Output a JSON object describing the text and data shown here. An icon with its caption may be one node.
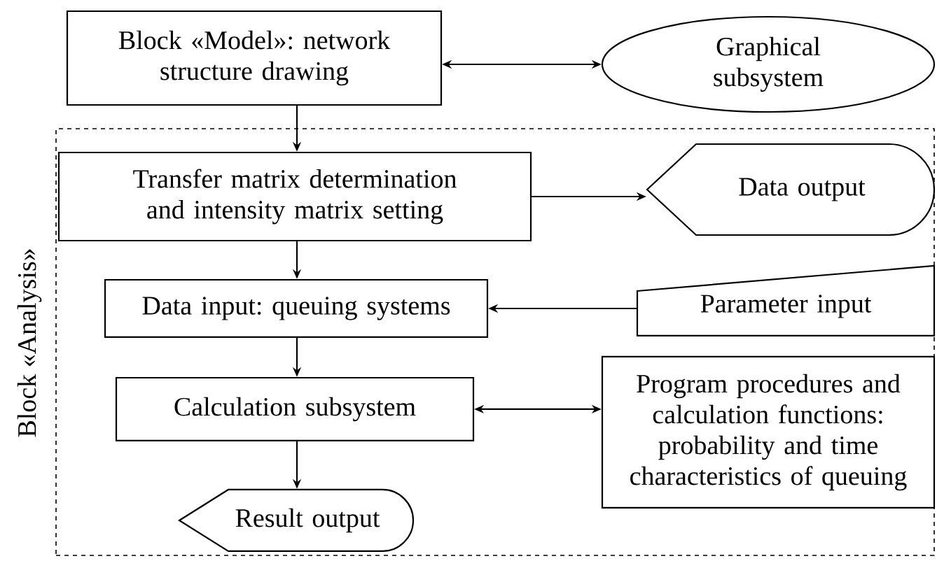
{
  "diagram": {
    "nodes": [
      {
        "text": [
          "Block «Model»: network structure drawing"
        ]
      },
      {
        "text": [
          "Graphical subsystem"
        ]
      },
      {
        "text": [
          "Block «Analysis»"
        ]
      },
      {
        "text": [
          "Transfer matrix determination and intensity matrix setting"
        ],
        "in": 2
      },
      {
        "text": [
          "Data output"
        ],
        "in": 2
      },
      {
        "text": [
          "Data input: queuing systems"
        ],
        "in": 2
      },
      {
        "text": [
          "Parameter input"
        ],
        "in": 2
      },
      {
        "text": [
          "Calculation subsystem"
        ],
        "in": 2
      },
      {
        "text": [
          "Program procedures and calculation functions: probability and time characteristics of queuing"
        ],
        "in": 2
      },
      {
        "text": [
          "Result output"
        ],
        "in": 2
      }
    ],
    "edges": [
      {
        "from": 0,
        "to": 1,
        "arrow": "both"
      },
      {
        "from": 0,
        "to": 3,
        "arrow": "to"
      },
      {
        "from": 3,
        "to": 4,
        "arrow": "to"
      },
      {
        "from": 3,
        "to": 5,
        "arrow": "to"
      },
      {
        "from": 6,
        "to": 5,
        "arrow": "to"
      },
      {
        "from": 5,
        "to": 7,
        "arrow": "to"
      },
      {
        "from": 7,
        "to": 8,
        "arrow": "both"
      },
      {
        "from": 7,
        "to": 9,
        "arrow": "to"
      }
    ]
  }
}
